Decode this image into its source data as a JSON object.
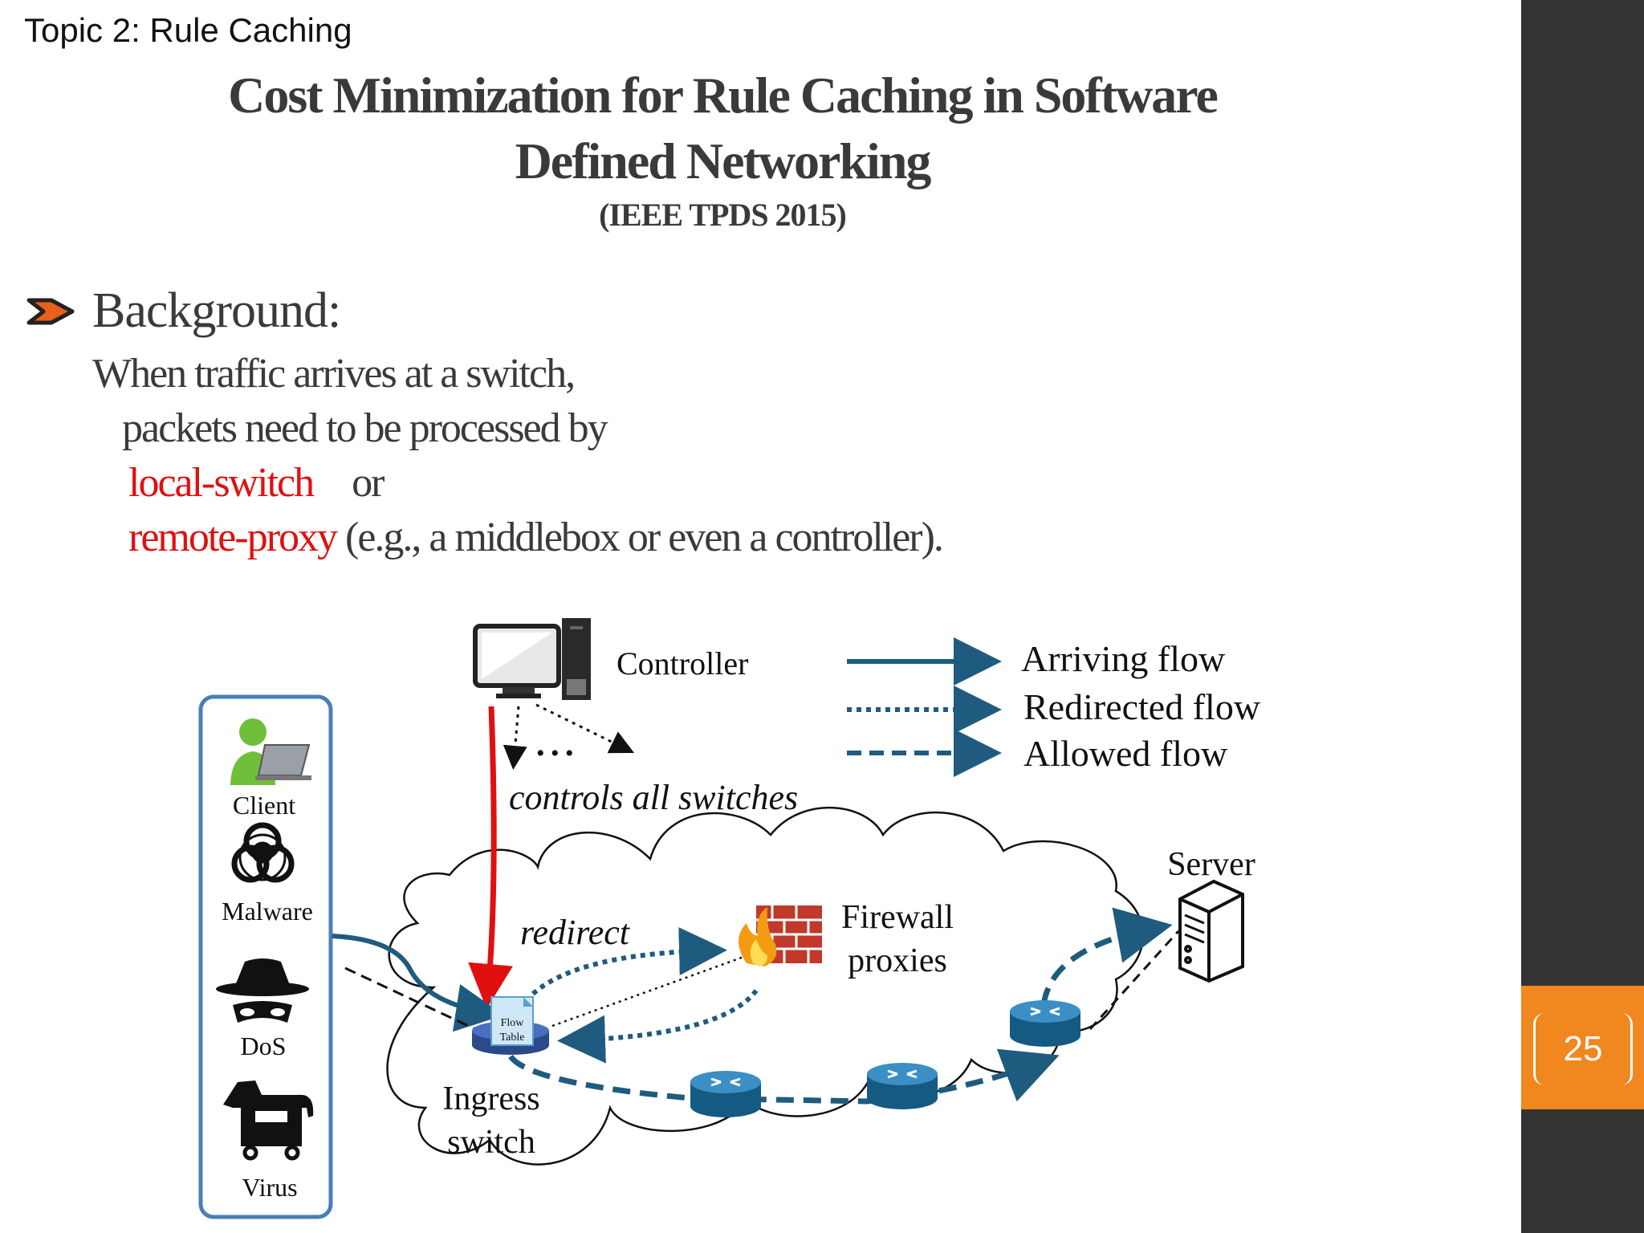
{
  "slide": {
    "topic": "Topic 2: Rule Caching",
    "title_line1": "Cost Minimization for Rule Caching in Software",
    "title_line2": "Defined Networking",
    "venue": "(IEEE TPDS 2015)",
    "page_number": "25"
  },
  "background": {
    "heading": "Background:",
    "line1": "When traffic arrives at a switch,",
    "line2": "packets need to be processed by",
    "local_switch": "local-switch",
    "or_word": "or",
    "remote_proxy": "remote-proxy",
    "remote_tail": "(e.g., a middlebox or even a controller)."
  },
  "diagram": {
    "controller_label": "Controller",
    "ellipsis": "• • •",
    "controls_label": "controls all switches",
    "legend": {
      "arriving": "Arriving flow",
      "redirected": "Redirected flow",
      "allowed": "Allowed flow"
    },
    "sources": {
      "client": "Client",
      "malware": "Malware",
      "dos": "DoS",
      "virus": "Virus"
    },
    "redirect_label": "redirect",
    "firewall_line1": "Firewall",
    "firewall_line2": "proxies",
    "server_label": "Server",
    "ingress_line1": "Ingress",
    "ingress_line2": "switch",
    "flow_table_line1": "Flow",
    "flow_table_line2": "Table"
  },
  "colors": {
    "accent_orange": "#f0871f",
    "sidebar": "#333333",
    "flow_blue": "#1f5b7e",
    "highlight_red": "#e01010",
    "source_box_border": "#4a7fb5"
  },
  "icons": [
    "chevron-bullet-icon",
    "monitor-icon",
    "pc-tower-icon",
    "client-person-icon",
    "biohazard-icon",
    "hacker-icon",
    "trojan-horse-icon",
    "firewall-icon",
    "router-icon",
    "server-icon"
  ]
}
